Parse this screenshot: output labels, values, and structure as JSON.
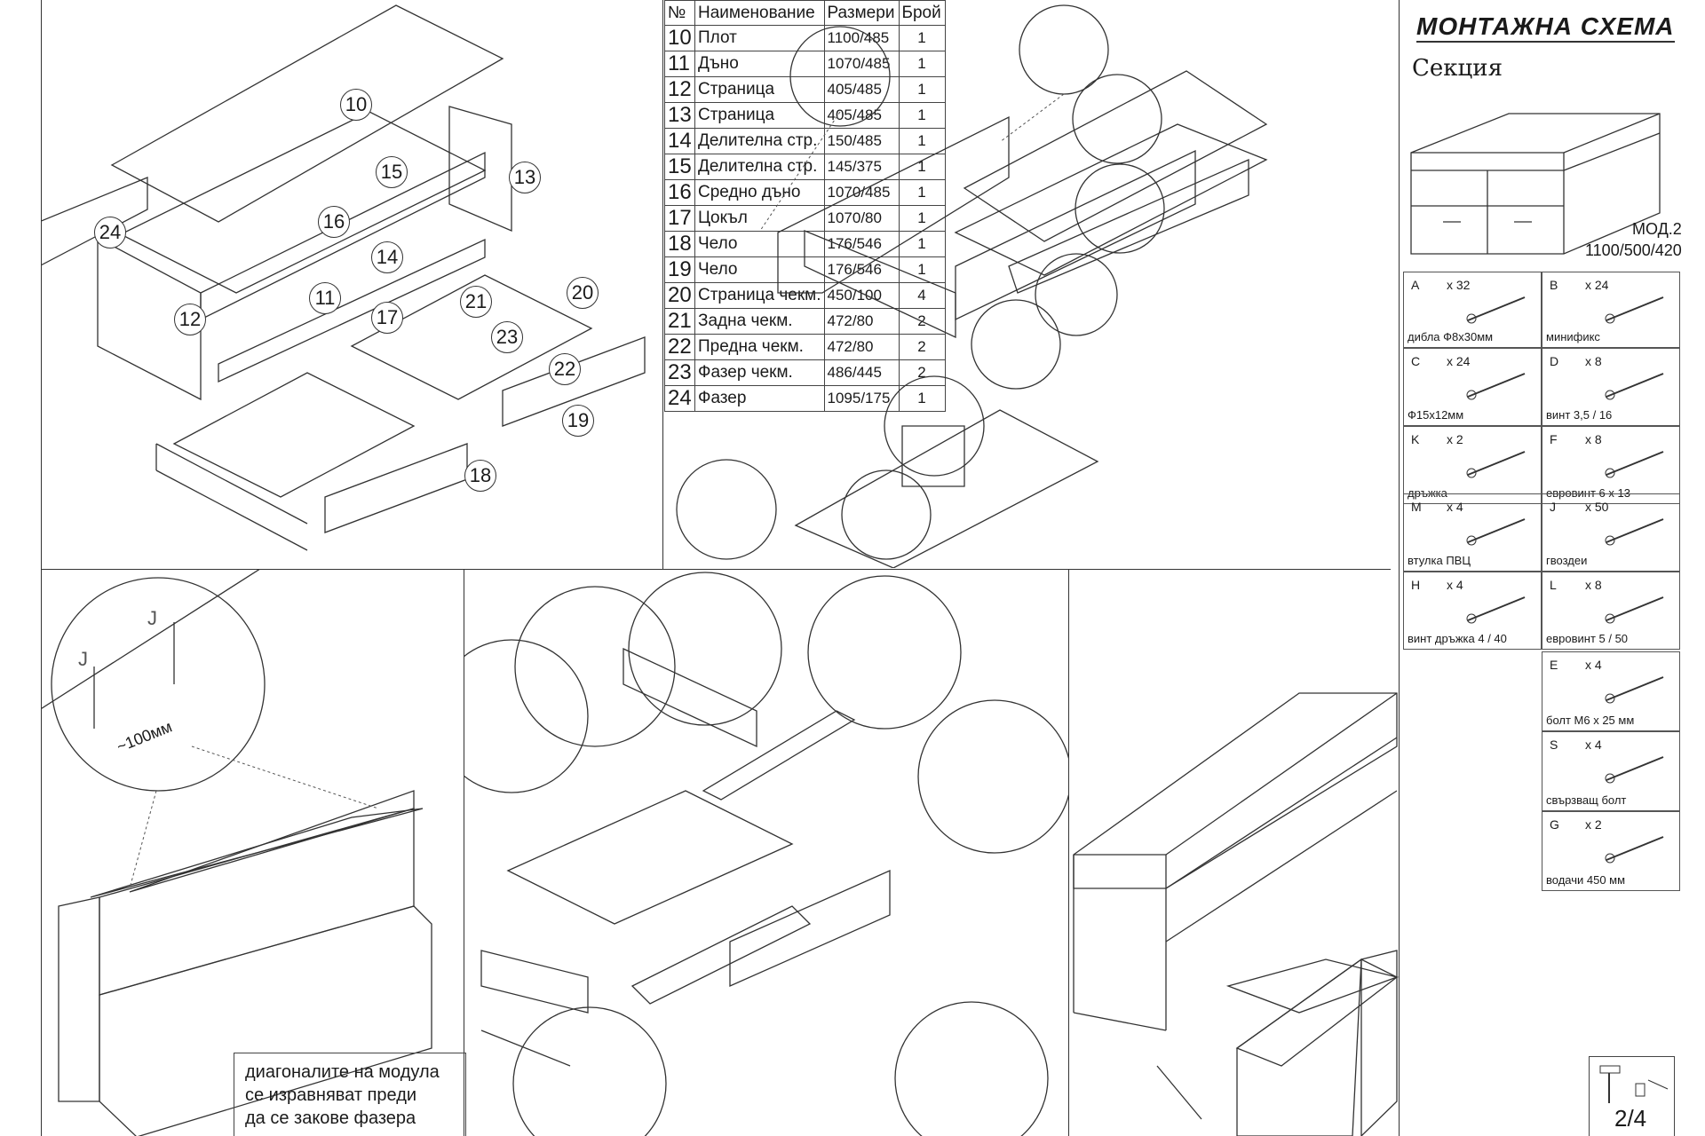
{
  "header": {
    "title": "МОНТАЖНА СХЕМА",
    "subtitle": "Секция",
    "model_name": "МОД.2",
    "model_dims": "1100/500/420"
  },
  "parts_table": {
    "columns": [
      "№",
      "Наименование",
      "Размери",
      "Брой"
    ],
    "rows": [
      {
        "no": "10",
        "name": "Плот",
        "size": "1100/485",
        "qty": "1"
      },
      {
        "no": "11",
        "name": "Дъно",
        "size": "1070/485",
        "qty": "1"
      },
      {
        "no": "12",
        "name": "Страница",
        "size": "405/485",
        "qty": "1"
      },
      {
        "no": "13",
        "name": "Страница",
        "size": "405/485",
        "qty": "1"
      },
      {
        "no": "14",
        "name": "Делителна стр.",
        "size": "150/485",
        "qty": "1"
      },
      {
        "no": "15",
        "name": "Делителна стр.",
        "size": "145/375",
        "qty": "1"
      },
      {
        "no": "16",
        "name": "Средно дъно",
        "size": "1070/485",
        "qty": "1"
      },
      {
        "no": "17",
        "name": "Цокъл",
        "size": "1070/80",
        "qty": "1"
      },
      {
        "no": "18",
        "name": "Чело",
        "size": "176/546",
        "qty": "1"
      },
      {
        "no": "19",
        "name": "Чело",
        "size": "176/546",
        "qty": "1"
      },
      {
        "no": "20",
        "name": "Страница чекм.",
        "size": "450/100",
        "qty": "4"
      },
      {
        "no": "21",
        "name": "Задна чекм.",
        "size": "472/80",
        "qty": "2"
      },
      {
        "no": "22",
        "name": "Предна чекм.",
        "size": "472/80",
        "qty": "2"
      },
      {
        "no": "23",
        "name": "Фазер чекм.",
        "size": "486/445",
        "qty": "2"
      },
      {
        "no": "24",
        "name": "Фазер",
        "size": "1095/175",
        "qty": "1"
      }
    ]
  },
  "hardware": [
    {
      "letter": "A",
      "count": "x 32",
      "label": "дибла  Ф8x30мм",
      "icon": "dowel-icon"
    },
    {
      "letter": "B",
      "count": "x 24",
      "label": "минификс",
      "icon": "minifix-bolt-icon"
    },
    {
      "letter": "C",
      "count": "x 24",
      "label": "Ф15x12мм",
      "icon": "cam-lock-icon"
    },
    {
      "letter": "D",
      "count": "x 8",
      "label": "винт 3,5 / 16",
      "icon": "screw-icon"
    },
    {
      "letter": "K",
      "count": "x 2",
      "label": "дръжка",
      "icon": "handle-icon"
    },
    {
      "letter": "F",
      "count": "x 8",
      "label": "евровинт 6 x 13",
      "icon": "euroscrew-icon"
    },
    {
      "letter": "M",
      "count": "x 4",
      "label": "втулка ПВЦ",
      "icon": "sleeve-icon"
    },
    {
      "letter": "J",
      "count": "x 50",
      "label": "гвоздеи",
      "icon": "nail-icon"
    },
    {
      "letter": "H",
      "count": "x 4",
      "label": "винт дръжка 4 / 40",
      "icon": "handle-screw-icon"
    },
    {
      "letter": "L",
      "count": "x 8",
      "label": "евровинт 5 / 50",
      "icon": "long-euroscrew-icon"
    },
    {
      "letter": "E",
      "count": "x 4",
      "label": "болт M6 x 25 мм",
      "icon": "bolt-icon"
    },
    {
      "letter": "S",
      "count": "x 4",
      "label": "свързващ болт",
      "icon": "connector-bolt-icon"
    },
    {
      "letter": "G",
      "count": "x 2",
      "label": "водачи 450 мм",
      "icon": "drawer-slide-icon"
    }
  ],
  "exploded_labels": [
    "10",
    "15",
    "13",
    "16",
    "14",
    "24",
    "12",
    "11",
    "17",
    "21",
    "20",
    "23",
    "22",
    "19",
    "18"
  ],
  "detail_labels": {
    "nail": "J",
    "spacing": "~100мм"
  },
  "note": {
    "line1": "диагоналите на модула",
    "line2": "се изравняват преди",
    "line3": "да се закове фазера"
  },
  "page": "2/4"
}
